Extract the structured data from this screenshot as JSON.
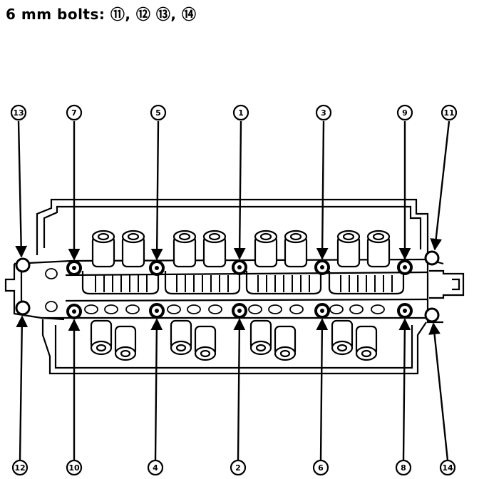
{
  "caption": "6 mm bolts: ⑪, ⑫ ⑬, ⑭",
  "callouts": [
    {
      "id": "13",
      "text": "13"
    },
    {
      "id": "7",
      "text": "7"
    },
    {
      "id": "5",
      "text": "5"
    },
    {
      "id": "1",
      "text": "1"
    },
    {
      "id": "3",
      "text": "3"
    },
    {
      "id": "9",
      "text": "9"
    },
    {
      "id": "11",
      "text": "11"
    },
    {
      "id": "12",
      "text": "12"
    },
    {
      "id": "10",
      "text": "10"
    },
    {
      "id": "4",
      "text": "4"
    },
    {
      "id": "2",
      "text": "2"
    },
    {
      "id": "6",
      "text": "6"
    },
    {
      "id": "8",
      "text": "8"
    },
    {
      "id": "14",
      "text": "14"
    }
  ]
}
